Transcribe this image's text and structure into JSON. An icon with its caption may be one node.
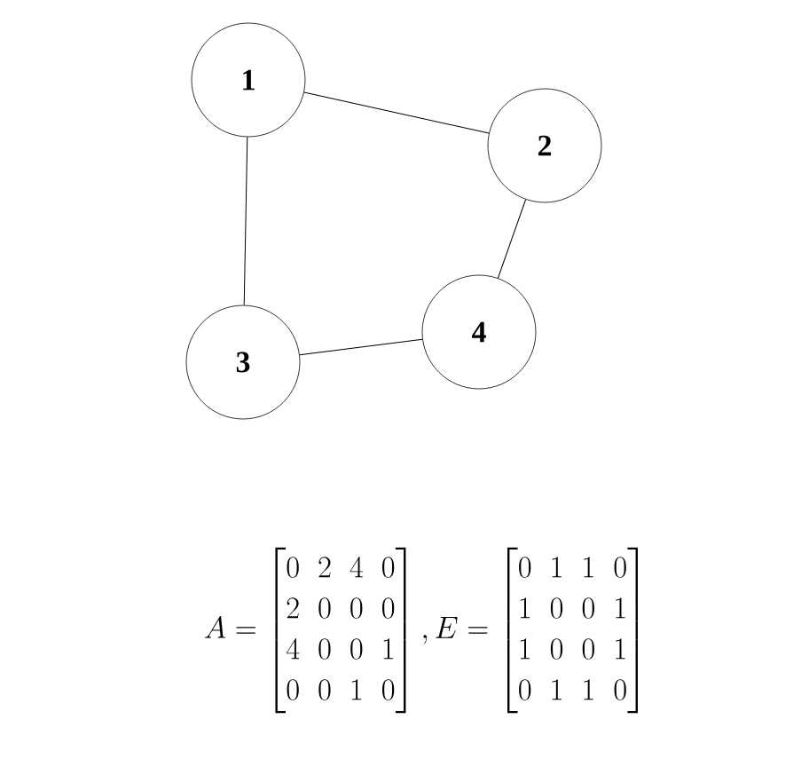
{
  "diagram": {
    "nodes": [
      {
        "text": [
          "1"
        ]
      },
      {
        "text": [
          "2"
        ]
      },
      {
        "text": [
          "3"
        ]
      },
      {
        "text": [
          "4"
        ]
      }
    ],
    "edges": [
      {
        "from": 0,
        "to": 1,
        "arrow": "none"
      },
      {
        "from": 0,
        "to": 2,
        "arrow": "none"
      },
      {
        "from": 1,
        "to": 3,
        "arrow": "none"
      },
      {
        "from": 2,
        "to": 3,
        "arrow": "none"
      }
    ],
    "labels": [
      "A = \\begin{bmatrix}0 & 2 & 4 & 0\\\\ 2 & 0 & 0 & 0\\\\ 4 & 0 & 0 & 1\\\\ 0 & 0 & 1 & 0\\end{bmatrix}, E = \\begin{bmatrix}0 & 1 & 1 & 0\\\\ 1 & 0 & 0 & 1\\\\ 1 & 0 & 0 & 1\\\\ 0 & 1 & 1 & 0\\end{bmatrix}"
    ]
  }
}
